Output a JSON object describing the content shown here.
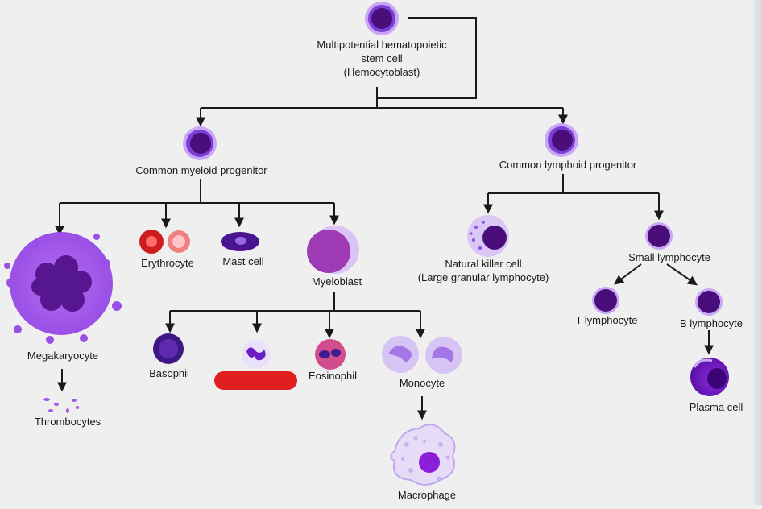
{
  "colors": {
    "background": "#efeff0",
    "cell_outer": "#c9a7f5",
    "cell_inner": "#4a0e7a",
    "cell_ring": "#7b3fd6",
    "nucleus": "#5a1a9a",
    "erythrocyte": "#d01c1c",
    "redaction": "#e02020",
    "line": "#1a1a1a"
  },
  "nodes": {
    "stem": {
      "line1": "Multipotential hematopoietic",
      "line2": "stem cell",
      "line3": "(Hemocytoblast)"
    },
    "myeloid": "Common myeloid progenitor",
    "lymphoid": "Common lymphoid progenitor",
    "megakaryocyte": "Megakaryocyte",
    "thrombocytes": "Thrombocytes",
    "erythrocyte": "Erythrocyte",
    "mast_cell": "Mast cell",
    "myeloblast": "Myeloblast",
    "basophil": "Basophil",
    "eosinophil": "Eosinophil",
    "monocyte": "Monocyte",
    "macrophage": "Macrophage",
    "nk_cell": {
      "line1": "Natural killer cell",
      "line2": "(Large granular lymphocyte)"
    },
    "small_lymphocyte": "Small lymphocyte",
    "t_lymphocyte": "T lymphocyte",
    "b_lymphocyte": "B lymphocyte",
    "plasma_cell": "Plasma cell"
  }
}
